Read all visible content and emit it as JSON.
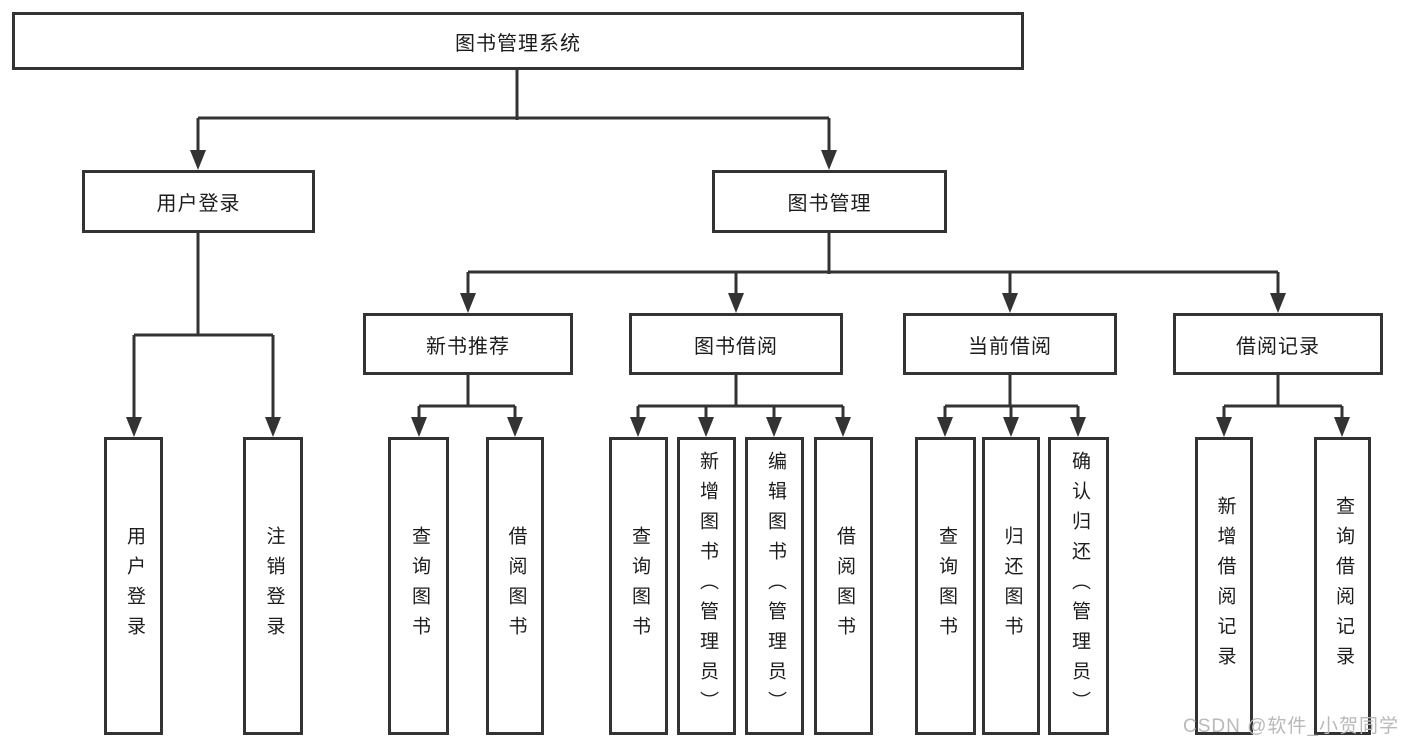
{
  "nodes": {
    "root": {
      "label": "图书管理系统"
    },
    "level2": [
      {
        "label": "用户登录"
      },
      {
        "label": "图书管理"
      }
    ],
    "level3": [
      {
        "label": "新书推荐"
      },
      {
        "label": "图书借阅"
      },
      {
        "label": "当前借阅"
      },
      {
        "label": "借阅记录"
      }
    ],
    "user_login_children": [
      {
        "label": "用户登录"
      },
      {
        "label": "注销登录"
      }
    ],
    "new_book_children": [
      {
        "label": "查询图书"
      },
      {
        "label": "借阅图书"
      }
    ],
    "book_borrow_children": [
      {
        "label": "查询图书"
      },
      {
        "label": "新增图书（管理员）"
      },
      {
        "label": "编辑图书（管理员）"
      },
      {
        "label": "借阅图书"
      }
    ],
    "current_borrow_children": [
      {
        "label": "查询图书"
      },
      {
        "label": "归还图书"
      },
      {
        "label": "确认归还（管理员）"
      }
    ],
    "borrow_record_children": [
      {
        "label": "新增借阅记录"
      },
      {
        "label": "查询借阅记录"
      }
    ]
  },
  "watermark": {
    "text": "CSDN @软件_小贺同学"
  },
  "colors": {
    "line": "#333333",
    "box_border": "#333333",
    "text": "#1c1c1c",
    "watermark": "#b9b9b9",
    "background": "#ffffff"
  }
}
